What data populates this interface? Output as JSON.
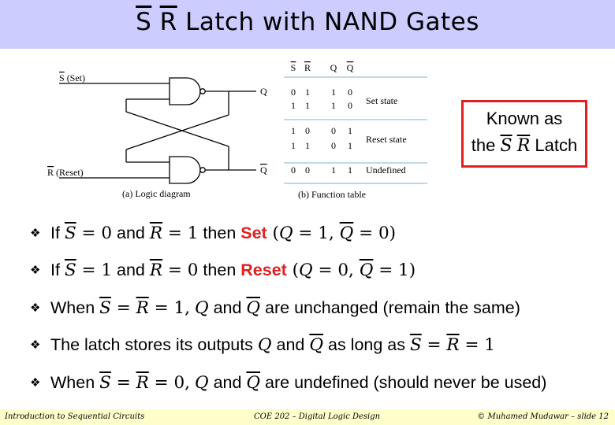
{
  "slide": {
    "title_s": "S",
    "title_r": "R",
    "title_rest": " Latch with NAND Gates"
  },
  "diagram": {
    "s_letter": "S",
    "s_label": " (Set)",
    "r_letter": "R",
    "r_label": " (Reset)",
    "q_label": "Q",
    "qbar_label": "Q",
    "caption": "(a) Logic diagram"
  },
  "function_table": {
    "headers": [
      "S",
      "R",
      "Q",
      "Q"
    ],
    "rows": [
      {
        "s": "0",
        "r": "1",
        "q": "1",
        "qb": "0"
      },
      {
        "s": "1",
        "r": "1",
        "q": "1",
        "qb": "0"
      },
      {
        "s": "1",
        "r": "0",
        "q": "0",
        "qb": "1"
      },
      {
        "s": "1",
        "r": "1",
        "q": "0",
        "qb": "1"
      },
      {
        "s": "0",
        "r": "0",
        "q": "1",
        "qb": "1"
      }
    ],
    "states": [
      "Set state",
      "Reset state",
      "Undefined"
    ],
    "caption": "(b) Function table"
  },
  "callout": {
    "line1": "Known as",
    "line2_the": "the",
    "s": "S",
    "r": "R",
    "latch": "Latch"
  },
  "bullets": {
    "b1": {
      "if": "If",
      "s": "S",
      "eq0": " = 0",
      "and": " and ",
      "r": "R",
      "eq1": " = 1",
      "then": " then ",
      "set": "Set",
      "paren": " (",
      "q": "Q",
      "qeq": " = 1,  ",
      "qb": "Q",
      "qbeq": " = 0)"
    },
    "b2": {
      "if": "If",
      "s": "S",
      "eq1": " = 1",
      "and": " and ",
      "r": "R",
      "eq0": " = 0",
      "then": " then ",
      "reset": "Reset",
      "paren": " (",
      "q": "Q",
      "qeq": " = 0,  ",
      "qb": "Q",
      "qbeq": " = 1)"
    },
    "b3": {
      "when": "When ",
      "s": "S",
      "eq": " = ",
      "r": "R",
      "val": " = 1,",
      "q": "Q",
      "and": " and ",
      "qb": "Q",
      "rest": " are unchanged (remain the same)"
    },
    "b4": {
      "text": "The latch stores its outputs ",
      "q": "Q",
      "and": " and ",
      "qb": "Q",
      "as_long": " as long as ",
      "s": "S",
      "eq": " = ",
      "r": "R",
      "val": " = 1"
    },
    "b5": {
      "when": "When ",
      "s": "S",
      "eq": " = ",
      "r": "R",
      "val": " = 0,",
      "q": "Q",
      "and": " and ",
      "qb": "Q",
      "rest": " are undefined (should never be used)"
    }
  },
  "footer": {
    "left": "Introduction to Sequential Circuits",
    "center": "COE 202 – Digital Logic Design",
    "right": "© Muhamed Mudawar – slide 12"
  }
}
